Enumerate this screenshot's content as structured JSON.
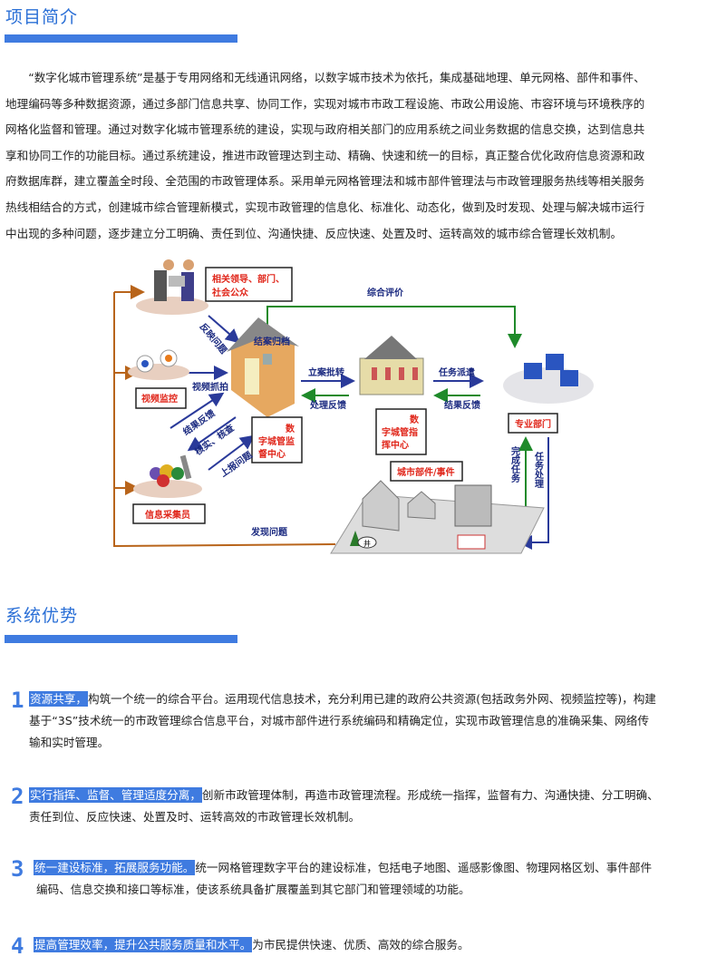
{
  "intro": {
    "title": "项目简介",
    "lines": [
      "　　“数字化城市管理系统”是基于专用网络和无线通讯网络，以数字城市技术为依托，集成基础地理、单元网格、部件和事件、",
      "地理编码等多种数据资源，通过多部门信息共享、协同工作，实现对城市市政工程设施、市政公用设施、市容环境与环境秩序的",
      "网格化监督和管理。通过对数字化城市管理系统的建设，实现与政府相关部门的应用系统之间业务数据的信息交换，达到信息共",
      "享和协同工作的功能目标。通过系统建设，推进市政管理达到主动、精确、快速和统一的目标，真正整合优化政府信息资源和政",
      "府数据库群，建立覆盖全时段、全范围的市政管理体系。采用单元网格管理法和城市部件管理法与市政管理服务热线等相关服务",
      "热线相结合的方式，创建城市综合管理新模式，实现市政管理的信息化、标准化、动态化，做到及时发现、处理与解决城市运行",
      "中出现的多种问题，逐步建立分工明确、责任到位、沟通快捷、反应快速、处置及时、运转高效的城市综合管理长效机制。"
    ]
  },
  "diagram": {
    "public": "相关领导、部门、",
    "public2": "社会公众",
    "evaluation": "综合评价",
    "report_problem": "反映问题",
    "archive": "结案归档",
    "video_capture": "视频抓拍",
    "video_monitor": "视频监控",
    "result_feedback_left": "结果反馈",
    "verify": "核实、核查",
    "upload_problem": "上报问题",
    "supervision_center_1": "数",
    "supervision_center_2": "字城管监",
    "supervision_center_3": "督中心",
    "file_transfer": "立案批转",
    "process_feedback": "处理反馈",
    "command_center_1": "数",
    "command_center_2": "字城管指",
    "command_center_3": "挥中心",
    "dispatch": "任务派遣",
    "result_feedback_right": "结果反馈",
    "department": "专业部门",
    "complete_task": "完成任务",
    "task_process": "任务处理",
    "city_parts": "城市部件/事件",
    "collector": "信息采集员",
    "find_problem": "发现问题",
    "well": "井"
  },
  "advantages": {
    "title": "系统优势",
    "items": [
      {
        "num": "1",
        "highlight": "资源共享，",
        "lines": [
          "构筑一个统一的综合平台。运用现代信息技术，充分利用已建的政府公共资源(包括政务外网、视频监控等)，构建",
          "基于“3S”技术统一的市政管理综合信息平台，对城市部件进行系统编码和精确定位，实现市政管理信息的准确采集、网络传",
          "输和实时管理。"
        ]
      },
      {
        "num": "2",
        "highlight": "实行指挥、监督、管理适度分离，",
        "lines": [
          "创新市政管理体制，再造市政管理流程。形成统一指挥，监督有力、沟通快捷、分工明确、",
          "责任到位、反应快速、处置及时、运转高效的市政管理长效机制。"
        ]
      },
      {
        "num": "3",
        "highlight": "统一建设标准，拓展服务功能。",
        "lines": [
          "统一网格管理数字平台的建设标准，包括电子地图、遥感影像图、物理网格区划、事件部件",
          "编码、信息交换和接口等标准，使该系统具备扩展覆盖到其它部门和管理领域的功能。"
        ]
      },
      {
        "num": "4",
        "highlight": "提高管理效率，提升公共服务质量和水平。",
        "lines": [
          "为市民提供快速、优质、高效的综合服务。"
        ]
      }
    ]
  }
}
